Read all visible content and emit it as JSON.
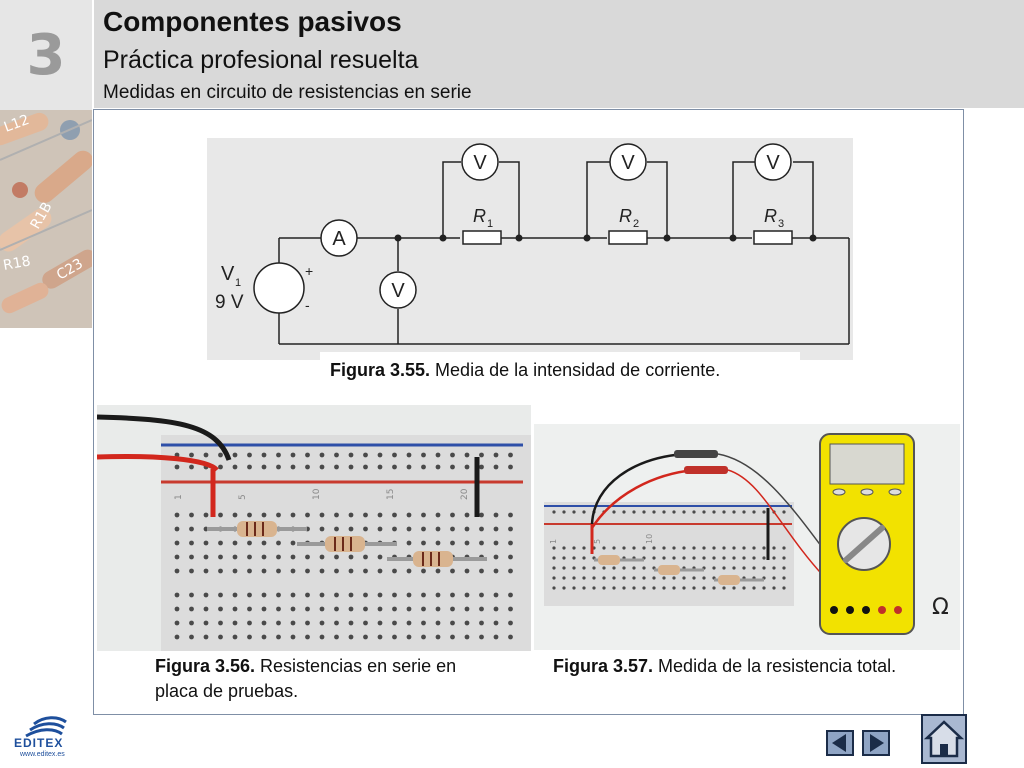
{
  "header": {
    "chapter_number": "3",
    "title": "Componentes pasivos",
    "subtitle": "Práctica profesional resuelta",
    "section": "Medidas en circuito de resistencias en serie"
  },
  "figure_1": {
    "number": "Figura 3.55.",
    "caption": " Media de la intensidad de corriente.",
    "labels": {
      "ammeter": "A",
      "voltmeter": "V",
      "source_name": "V",
      "source_sub": "1",
      "source_value": "9 V",
      "plus": "+",
      "minus": "-",
      "r1": "R",
      "r1_sub": "1",
      "r2": "R",
      "r2_sub": "2",
      "r3": "R",
      "r3_sub": "3"
    }
  },
  "figure_2": {
    "number": "Figura 3.56.",
    "caption": " Resistencias en serie en",
    "caption_line2": "placa de pruebas.",
    "board_labels": [
      "1",
      "5",
      "10",
      "15",
      "20"
    ]
  },
  "figure_3": {
    "number": "Figura 3.57.",
    "caption": " Medida de la resistencia total.",
    "ohm_symbol": "Ω",
    "board_labels": [
      "1",
      "5",
      "10"
    ]
  },
  "side_image_labels": [
    "L12",
    "C23",
    "R1B",
    "R18"
  ],
  "footer": {
    "logo_text": "EDITEX",
    "logo_url": "www.editex.es"
  },
  "colors": {
    "header_bg": "#d9d9d9",
    "frame_border": "#7f8fa6",
    "nav_button": "#8fa4c4",
    "brand": "#1e4f9c",
    "multimeter": "#f2e200"
  }
}
